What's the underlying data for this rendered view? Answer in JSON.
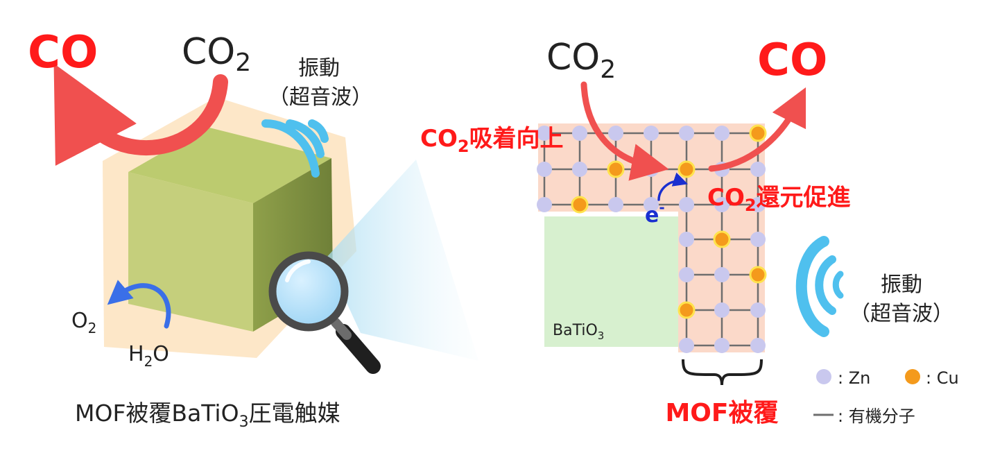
{
  "left": {
    "co_label": "CO",
    "co2_main": "CO",
    "co2_sub": "2",
    "vib_line1": "振動",
    "vib_line2": "（超音波）",
    "o2_main": "O",
    "o2_sub": "2",
    "h2o_h": "H",
    "h2o_sub": "2",
    "h2o_o": "O",
    "caption_a": "MOF被覆BaTiO",
    "caption_sub": "3",
    "caption_b": "圧電触媒"
  },
  "right": {
    "co2_main": "CO",
    "co2_sub": "2",
    "co_label": "CO",
    "adsorb_a": "CO",
    "adsorb_sub": "2",
    "adsorb_b": "吸着向上",
    "reduce_a": "CO",
    "reduce_sub": "2",
    "reduce_b": "還元促進",
    "electron": "e",
    "electron_sup": "-",
    "batio_a": "BaTiO",
    "batio_sub": "3",
    "mof_label": "MOF被覆",
    "vib_line1": "振動",
    "vib_line2": "（超音波）"
  },
  "legend": {
    "zn": ": Zn",
    "cu": ": Cu",
    "organic": ": 有機分子"
  },
  "colors": {
    "accent_red": "#ff1a1a",
    "arrow_red": "#f0504f",
    "zn": "#c9c8ee",
    "cu": "#f49a1c",
    "cu_ring": "#ffe34d",
    "mof_fill": "#fbd9c9",
    "batio_fill": "#d7f0cf",
    "cube_face": "#c5cf7c",
    "wave_blue": "#4fc0ee",
    "arrow_blue": "#3a6fe8"
  }
}
